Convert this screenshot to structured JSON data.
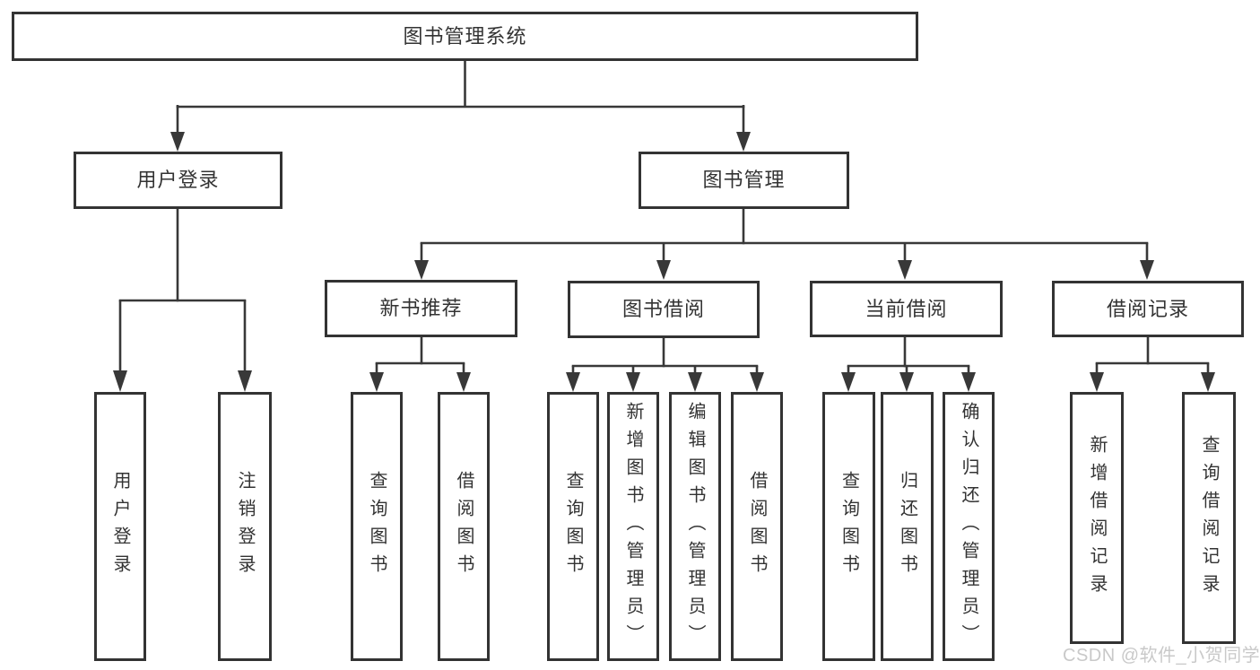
{
  "colors": {
    "line": "#383838",
    "box_border": "#333333",
    "text": "#333333",
    "watermark": "#c9c9c9",
    "background": "#ffffff"
  },
  "watermark": {
    "text": "CSDN @软件_小贺同学"
  },
  "tree": {
    "label": "图书管理系统",
    "children": [
      {
        "label": "用户登录",
        "children": [
          {
            "label": "用户登录"
          },
          {
            "label": "注销登录"
          }
        ]
      },
      {
        "label": "图书管理",
        "children": [
          {
            "label": "新书推荐",
            "children": [
              {
                "label": "查询图书"
              },
              {
                "label": "借阅图书"
              }
            ]
          },
          {
            "label": "图书借阅",
            "children": [
              {
                "label": "查询图书"
              },
              {
                "label": "新增图书（管理员）"
              },
              {
                "label": "编辑图书（管理员）"
              },
              {
                "label": "借阅图书"
              }
            ]
          },
          {
            "label": "当前借阅",
            "children": [
              {
                "label": "查询图书"
              },
              {
                "label": "归还图书"
              },
              {
                "label": "确认归还（管理员）"
              }
            ]
          },
          {
            "label": "借阅记录",
            "children": [
              {
                "label": "新增借阅记录"
              },
              {
                "label": "查询借阅记录"
              }
            ]
          }
        ]
      }
    ]
  }
}
